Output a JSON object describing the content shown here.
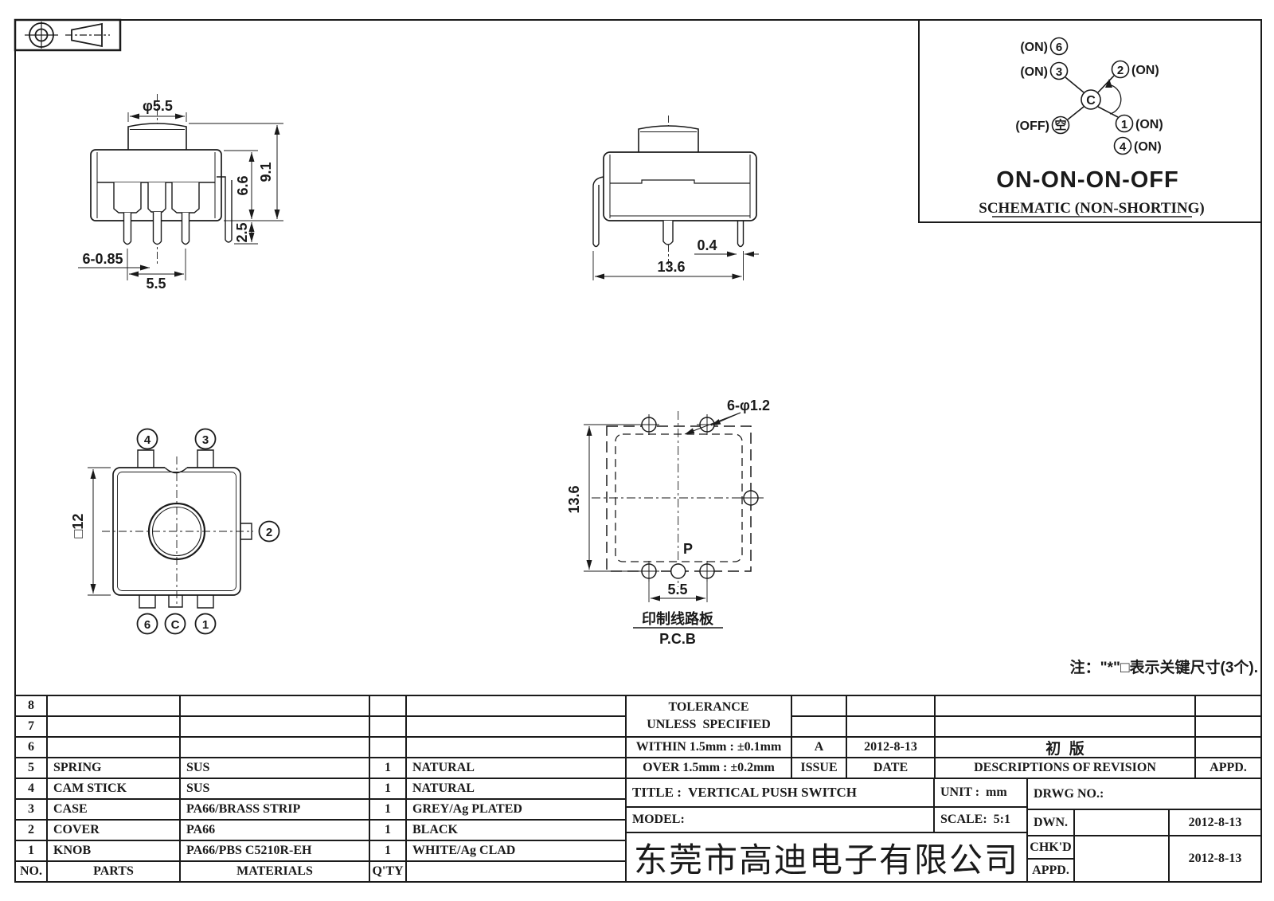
{
  "views": {
    "front": {
      "dims": {
        "knob_dia": "φ5.5",
        "total_height": "9.1",
        "body_height": "6.6",
        "bracket_drop": "2.5",
        "pin_size": "6-0.85",
        "pin_pitch": "5.5"
      }
    },
    "side": {
      "dims": {
        "leg_width": "0.4",
        "leg_span": "13.6"
      }
    },
    "top": {
      "body_dim": "□12",
      "terminals": {
        "t4": "4",
        "t3": "3",
        "t2": "2",
        "t6": "6",
        "tc": "C",
        "t1": "1"
      }
    },
    "pcb": {
      "dims": {
        "holes": "6-φ1.2",
        "height": "13.6",
        "pitch": "5.5"
      },
      "p_label": "P",
      "caption_cn": "印制线路板",
      "caption_en": "P.C.B"
    },
    "schematic": {
      "pos6_state": "(ON)",
      "pos6_num": "6",
      "pos3_state": "(ON)",
      "pos3_num": "3",
      "pos2_state": "(ON)",
      "pos2_num": "2",
      "pos1_state": "(ON)",
      "pos1_num": "1",
      "pos4_state": "(ON)",
      "pos4_num": "4",
      "off_state": "(OFF)",
      "off_num": "空",
      "common": "C",
      "function": "ON-ON-ON-OFF",
      "caption": "SCHEMATIC (NON-SHORTING)"
    }
  },
  "note": "注：\"*\"□表示关键尺寸(3个).",
  "bom": {
    "headers": {
      "no": "NO.",
      "parts": "PARTS",
      "materials": "MATERIALS",
      "qty": "Q'TY"
    },
    "rows": [
      {
        "no": "8",
        "parts": "",
        "materials": "",
        "qty": "",
        "finish": ""
      },
      {
        "no": "7",
        "parts": "",
        "materials": "",
        "qty": "",
        "finish": ""
      },
      {
        "no": "6",
        "parts": "",
        "materials": "",
        "qty": "",
        "finish": ""
      },
      {
        "no": "5",
        "parts": "SPRING",
        "materials": "SUS",
        "qty": "1",
        "finish": "NATURAL"
      },
      {
        "no": "4",
        "parts": "CAM STICK",
        "materials": "SUS",
        "qty": "1",
        "finish": "NATURAL"
      },
      {
        "no": "3",
        "parts": "CASE",
        "materials": "PA66/BRASS STRIP",
        "qty": "1",
        "finish": "GREY/Ag PLATED"
      },
      {
        "no": "2",
        "parts": "COVER",
        "materials": "PA66",
        "qty": "1",
        "finish": "BLACK"
      },
      {
        "no": "1",
        "parts": "KNOB",
        "materials": "PA66/PBS C5210R-EH",
        "qty": "1",
        "finish": "WHITE/Ag CLAD"
      }
    ]
  },
  "title_block": {
    "tolerance_line1": "TOLERANCE",
    "tolerance_line2": "UNLESS  SPECIFIED",
    "within": "WITHIN 1.5mm : ±0.1mm",
    "over": "OVER 1.5mm : ±0.2mm",
    "issue_value": "A",
    "issue_date": "2012-8-13",
    "issue_label": "ISSUE",
    "date_label": "DATE",
    "revision_desc": "初  版",
    "revision_header": "DESCRIPTIONS OF REVISION",
    "revision_appd_header": "APPD.",
    "title": "TITLE :  VERTICAL PUSH SWITCH",
    "unit": "UNIT :  mm",
    "drwg_no": "DRWG NO.:",
    "model": "MODEL:",
    "scale": "SCALE:  5:1",
    "dwn_label": "DWN.",
    "chkd_label": "CHK'D",
    "appd_label": "APPD.",
    "dwn_date": "2012-8-13",
    "chk_date": "2012-8-13",
    "company": "东莞市高迪电子有限公司"
  }
}
